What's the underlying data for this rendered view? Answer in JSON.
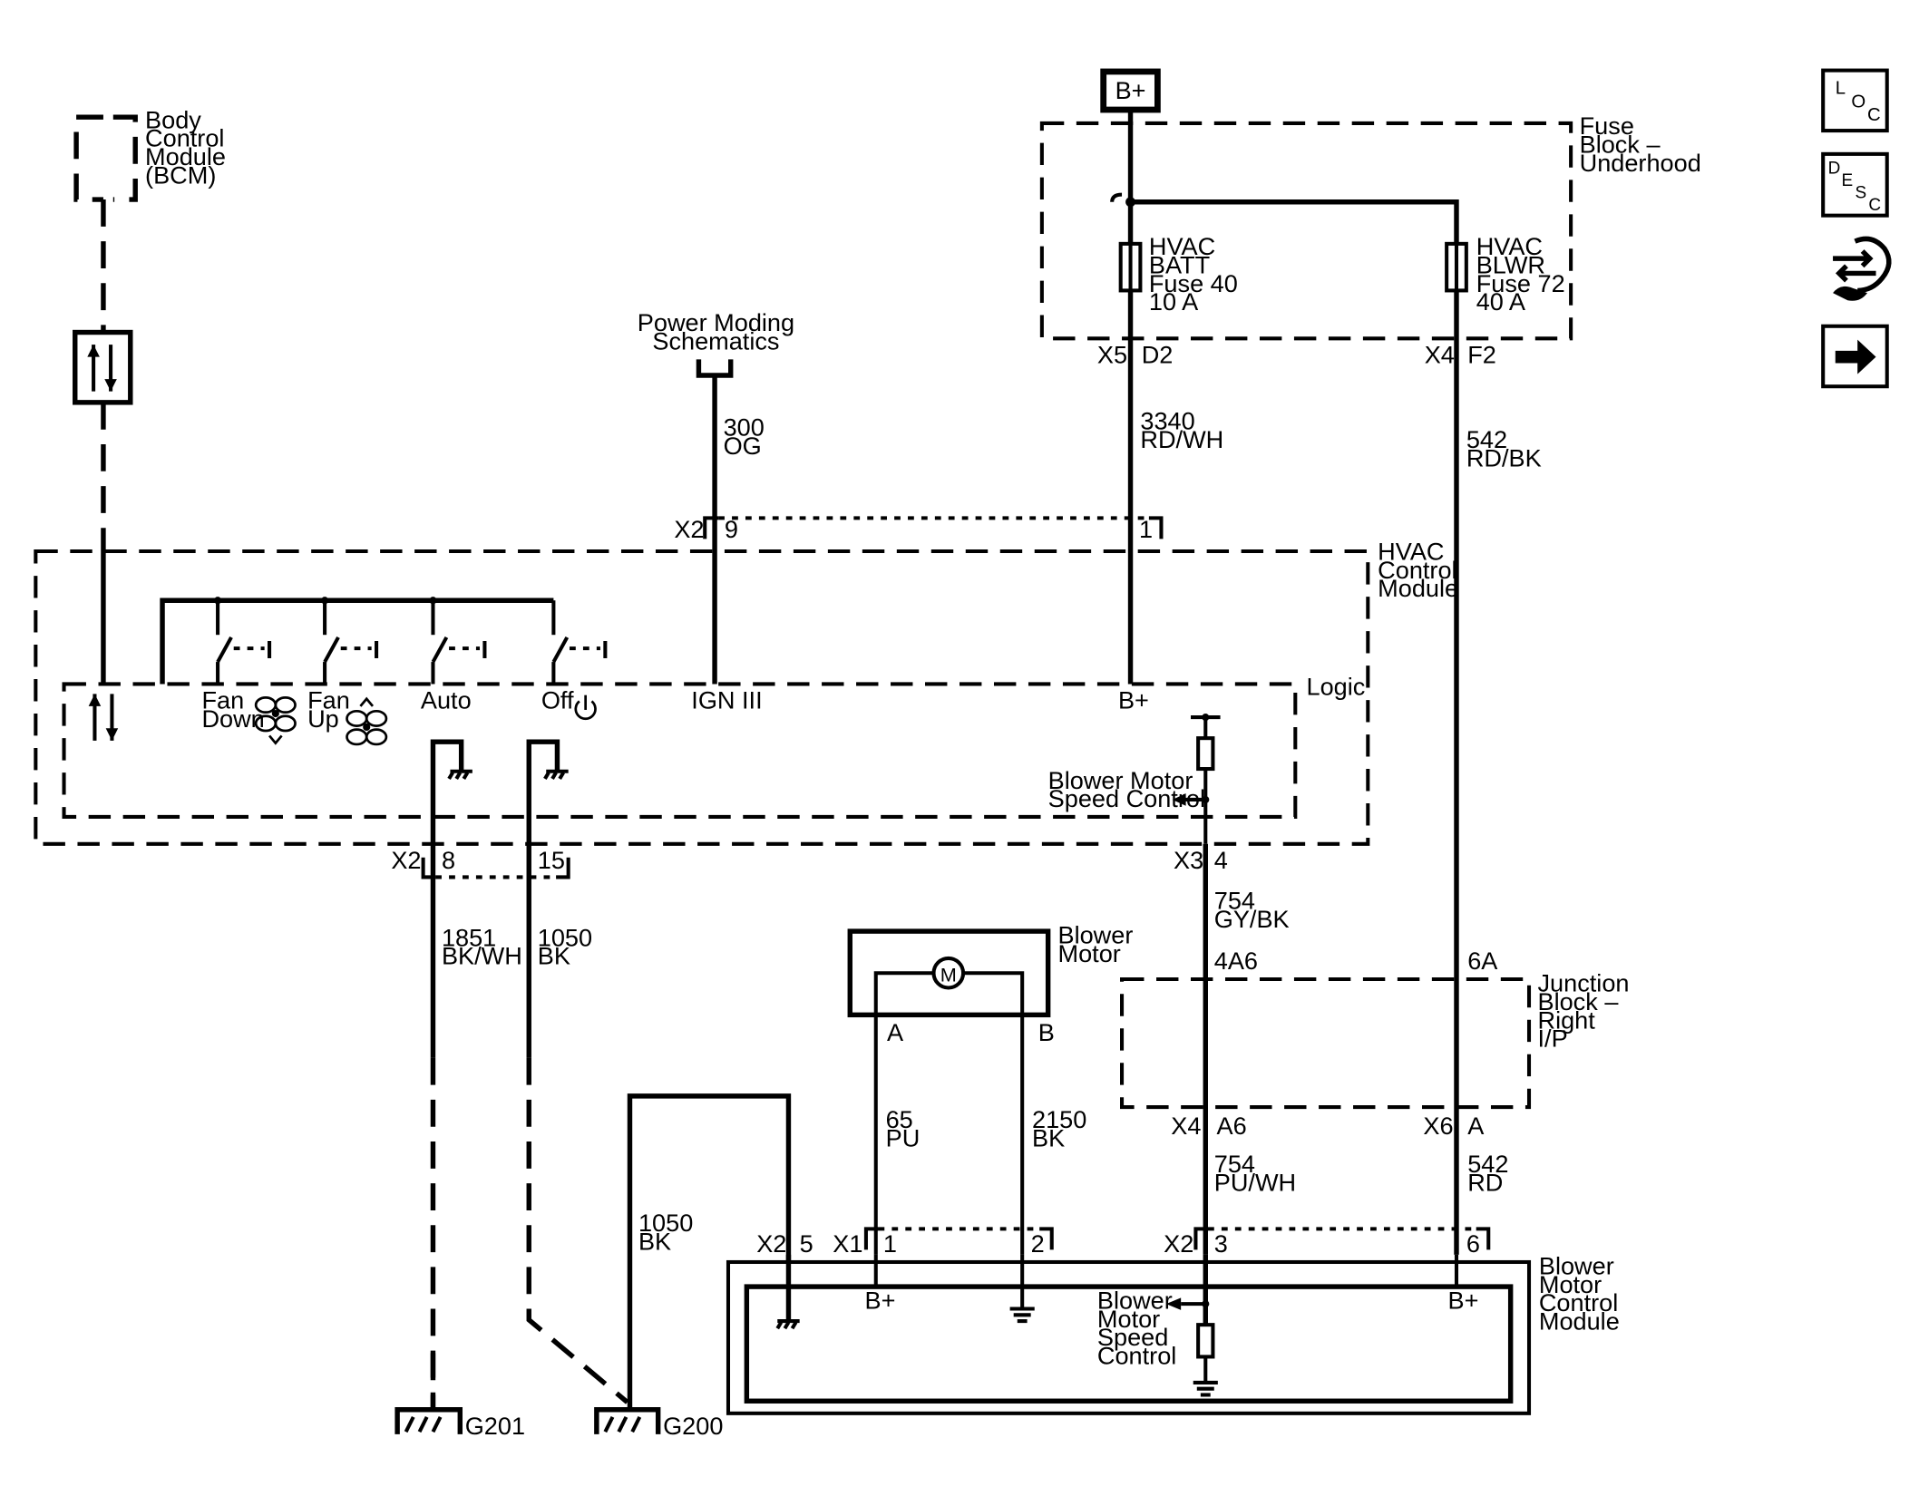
{
  "bcm": {
    "l1": "Body",
    "l2": "Control",
    "l3": "Module",
    "l4": "(BCM)"
  },
  "bplus_box": "B+",
  "fuse_block": {
    "l1": "Fuse",
    "l2": "Block –",
    "l3": "Underhood"
  },
  "fuse40": {
    "l1": "HVAC",
    "l2": "BATT",
    "l3": "Fuse 40",
    "l4": "10 A"
  },
  "fuse72": {
    "l1": "HVAC",
    "l2": "BLWR",
    "l3": "Fuse 72",
    "l4": "40 A"
  },
  "conn": {
    "x5": "X5",
    "d2": "D2",
    "x4": "X4",
    "f2": "F2",
    "x2a": "X2",
    "p9": "9",
    "p1": "1",
    "x2b": "X2",
    "p8": "8",
    "p15": "15",
    "x3": "X3",
    "p4": "4",
    "j4a6": "4A6",
    "j6a": "6A",
    "x4b": "X4",
    "a6": "A6",
    "x6": "X6",
    "a": "A",
    "x2c": "X2",
    "p5": "5",
    "x1": "X1",
    "p1b": "1",
    "p2": "2",
    "x2d": "X2",
    "p3": "3",
    "p6": "6"
  },
  "power_moding": {
    "l1": "Power Moding",
    "l2": "Schematics"
  },
  "wires": {
    "w300": "300",
    "w300c": "OG",
    "w3340": "3340",
    "w3340c": "RD/WH",
    "w542": "542",
    "w542c": "RD/BK",
    "w1851": "1851",
    "w1851c": "BK/WH",
    "w1050": "1050",
    "w1050c": "BK",
    "w754": "754",
    "w754c": "GY/BK",
    "w65": "65",
    "w65c": "PU",
    "w2150": "2150",
    "w2150c": "BK",
    "w754b": "754",
    "w754bc": "PU/WH",
    "w542b": "542",
    "w542bc": "RD",
    "w1050b": "1050",
    "w1050bc": "BK"
  },
  "hvac_module": {
    "l1": "HVAC",
    "l2": "Control",
    "l3": "Module"
  },
  "logic": "Logic",
  "switches": {
    "fan_down_1": "Fan",
    "fan_down_2": "Down",
    "fan_up_1": "Fan",
    "fan_up_2": "Up",
    "auto": "Auto",
    "off": "Off",
    "ign": "IGN III",
    "bplus": "B+"
  },
  "bmsc_hvac": {
    "l1": "Blower Motor",
    "l2": "Speed Control"
  },
  "blower_motor": {
    "l1": "Blower",
    "l2": "Motor",
    "m": "M",
    "a": "A",
    "b": "B"
  },
  "junction_block": {
    "l1": "Junction",
    "l2": "Block –",
    "l3": "Right",
    "l4": "I/P"
  },
  "bmcm": {
    "l1": "Blower",
    "l2": "Motor",
    "l3": "Control",
    "l4": "Module",
    "bplus1": "B+",
    "bplus2": "B+"
  },
  "bmsc_bmcm": {
    "l1": "Blower",
    "l2": "Motor",
    "l3": "Speed",
    "l4": "Control"
  },
  "grounds": {
    "g201": "G201",
    "g200": "G200"
  },
  "side_icons": {
    "loc": {
      "l": "L",
      "o": "O",
      "c": "C"
    },
    "desc": {
      "d": "D",
      "e": "E",
      "s": "S",
      "c": "C"
    },
    "connector_icon": "connector-icon",
    "next_icon": "arrow-right-icon"
  }
}
